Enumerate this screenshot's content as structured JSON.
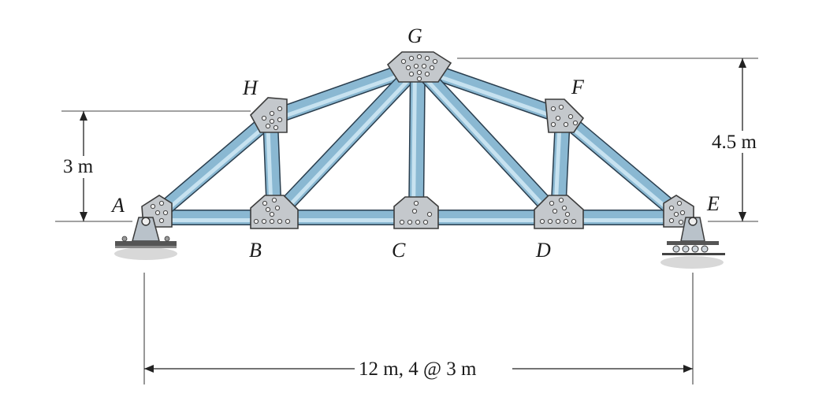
{
  "joints": {
    "A": "A",
    "B": "B",
    "C": "C",
    "D": "D",
    "E": "E",
    "F": "F",
    "G": "G",
    "H": "H"
  },
  "dimensions": {
    "left_height": "3 m",
    "right_height": "4.5 m",
    "span": "12 m, 4 @ 3 m"
  },
  "colors": {
    "member": "#8ab8d2",
    "member_outline": "#2a3e4e",
    "gusset": "#c4c8cc"
  }
}
